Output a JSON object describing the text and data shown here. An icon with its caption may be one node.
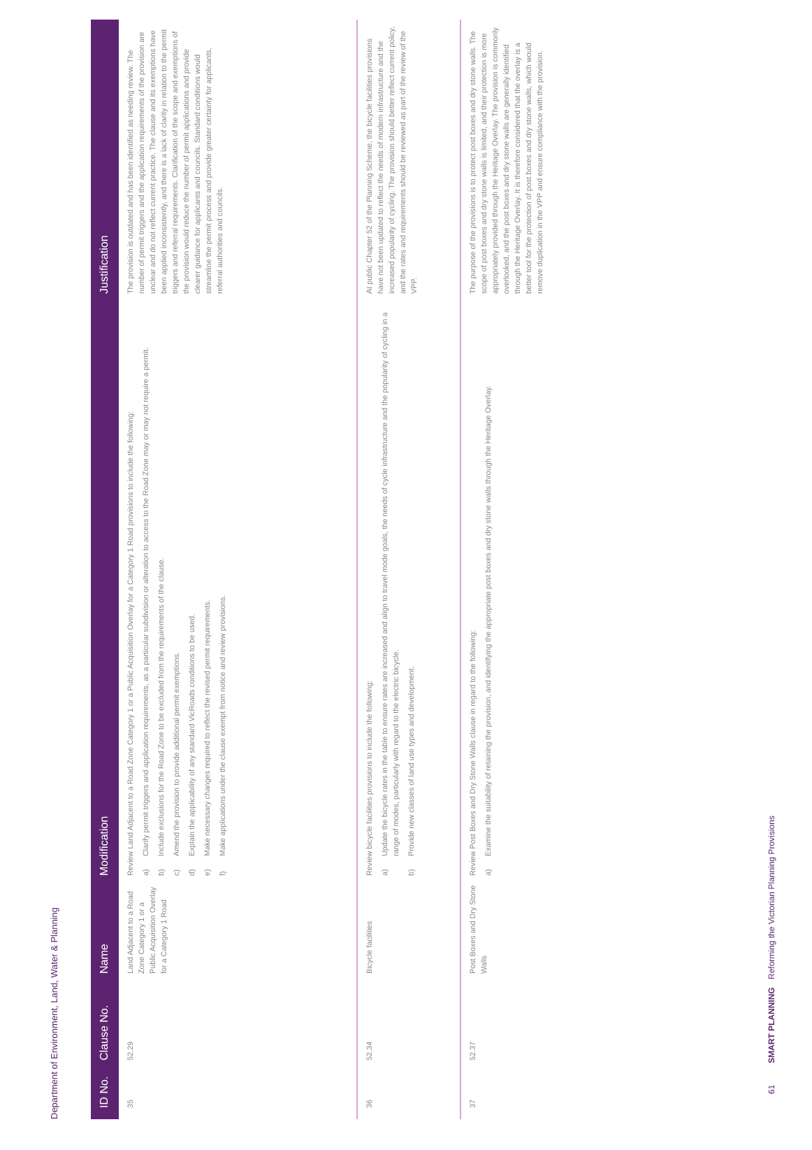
{
  "diagram": {
    "labels": [
      "Department of Environment, Land, Water & Planning",
      "ID No.",
      "Clause No.",
      "Name",
      "Modification",
      "Justification",
      "35",
      "52.29",
      "Land Adjacent to a Road Zone Category 1 or a Public Acquisition Overlay for a Category 1 Road",
      "Review Land Adjacent to a Road Zone Category 1 or a Public Acquisition Overlay for a Category 1 Road provisions to include the following:",
      "a)",
      "Clarify permit triggers and application requirements, as a particular subdivision or alteration to access to the Road Zone may or may not require a permit.",
      "b)",
      "Include exclusions for the Road Zone to be excluded from the requirements of the clause.",
      "c)",
      "Amend the provision to provide additional permit exemptions.",
      "d)",
      "Explain the applicability of any standard VicRoads conditions to be used.",
      "e)",
      "Make necessary changes required to reflect the revised permit requirements.",
      "f)",
      "Make applications under the clause exempt from notice and review provisions.",
      "The provision is outdated and has been identified as needing review. The number of permit triggers and the application requirements of the provision are unclear and do not reflect current practice. The clause and its exemptions have been applied inconsistently, and there is a lack of clarity in relation to the permit triggers and referral requirements. Clarification of the scope and exemptions of the provision would reduce the number of permit applications and provide clearer guidance for applicants and councils. Standard conditions would streamline the permit process and provide greater certainty for applicants, referral authorities and councils.",
      "36",
      "52.34",
      "Bicycle facilities",
      "Review bicycle facilities provisions to include the following:",
      "a)",
      "Update the bicycle rates in the table to ensure rates are increased and align to travel mode goals, the needs of cycle infrastructure and the popularity of cycling in a range of modes, particularly with regard to the electric bicycle.",
      "b)",
      "Provide new classes of land use types and development.",
      "At public Chapter 52 of the Planning Scheme, the bicycle facilities provisions have not been updated to reflect the needs of modern infrastructure and the increased popularity of cycling. The provision should better reflect current policy, and the rates and requirements should be reviewed as part of the review of the VPP.",
      "37",
      "52.37",
      "Post Boxes and Dry Stone Walls",
      "Review Post Boxes and Dry Stone Walls clause in regard to the following:",
      "a)",
      "Examine the suitability of retaining the provision, and identifying the appropriate post boxes and dry stone walls through the Heritage Overlay.",
      "The purpose of the provisions is to protect post boxes and dry stone walls. The scope of post boxes and dry stone walls is limited, and their protection is more appropriately provided through the Heritage Overlay. The provision is commonly overlooked, and the post boxes and dry stone walls are generally identified through the Heritage Overlay. It is therefore considered that the overlay is a better tool for the protection of post boxes and dry stone walls, which would remove duplication in the VPP and ensure compliance with the provision.",
      "61",
      "SMART PLANNING",
      "Reforming the Victorian Planning Provisions"
    ]
  }
}
